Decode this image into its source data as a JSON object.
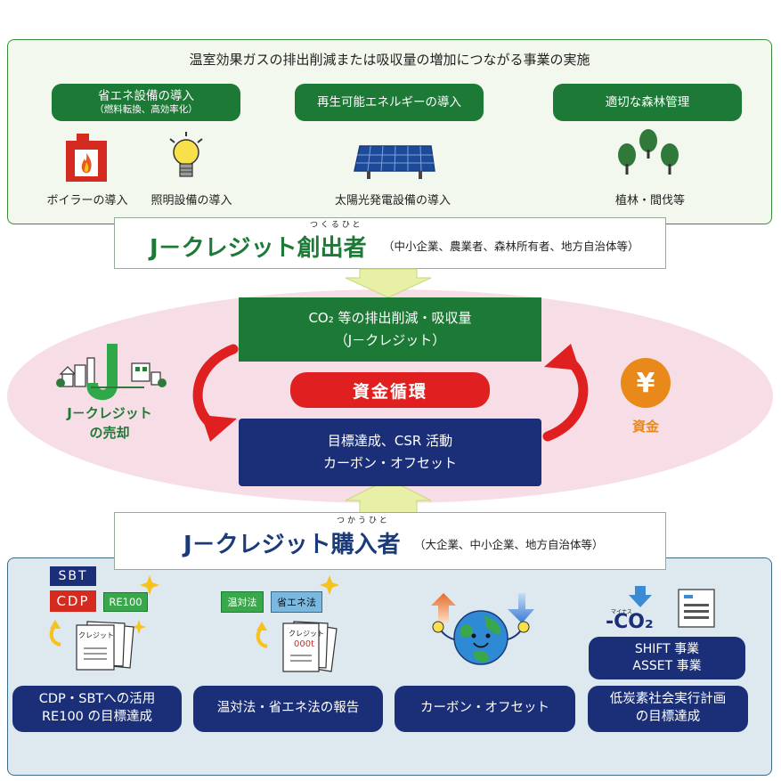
{
  "top_panel": {
    "heading": "温室効果ガスの排出削減または吸収量の増加につながる事業の実施",
    "categories": [
      {
        "label": "省エネ設備の導入",
        "sub": "（燃料転換、高効率化）"
      },
      {
        "label": "再生可能エネルギーの導入",
        "sub": ""
      },
      {
        "label": "適切な森林管理",
        "sub": ""
      }
    ],
    "icons": [
      {
        "label": "ボイラーの導入",
        "icon": "boiler-icon"
      },
      {
        "label": "照明設備の導入",
        "icon": "light-bulb-icon"
      },
      {
        "label": "太陽光発電設備の導入",
        "icon": "solar-panel-icon"
      },
      {
        "label": "植林・間伐等",
        "icon": "trees-icon"
      }
    ]
  },
  "creator": {
    "ruby": "つくるひと",
    "title": "J－クレジット創出者",
    "note": "（中小企業、農業者、森林所有者、地方自治体等）"
  },
  "cycle": {
    "reduction_line1": "CO₂ 等の排出削減・吸収量",
    "reduction_line2": "（J－クレジット）",
    "fund_circulation": "資金循環",
    "purpose_line1": "目標達成、CSR 活動",
    "purpose_line2": "カーボン・オフセット",
    "left_label_line1": "J－クレジット",
    "left_label_line2": "の売却",
    "right_label": "資金",
    "yen_symbol": "¥",
    "j_mark": "J"
  },
  "buyer": {
    "ruby": "つかうひと",
    "title": "J－クレジット購入者",
    "note": "（大企業、中小企業、地方自治体等）"
  },
  "bottom_panel": {
    "badges": {
      "sbt": "SBT",
      "cdp": "CDP",
      "re100": "RE100",
      "ontaiho": "温対法",
      "shoene": "省エネ法",
      "doc": "クレジット",
      "doc_amount": "000t",
      "co2_small": "マイナス",
      "co2": "-CO₂"
    },
    "shift_line1": "SHIFT 事業",
    "shift_line2": "ASSET 事業",
    "uses": [
      {
        "line1": "CDP・SBTへの活用",
        "line2": "RE100 の目標達成"
      },
      {
        "line1": "温対法・省エネ法の報告",
        "line2": ""
      },
      {
        "line1": "カーボン・オフセット",
        "line2": ""
      },
      {
        "line1": "低炭素社会実行計画",
        "line2": "の目標達成"
      }
    ]
  },
  "colors": {
    "green": "#1d7a36",
    "navy": "#1b2f78",
    "red": "#e02020",
    "orange": "#e8891a",
    "pink": "#f7dde6",
    "lightblue": "#dde8ef"
  }
}
